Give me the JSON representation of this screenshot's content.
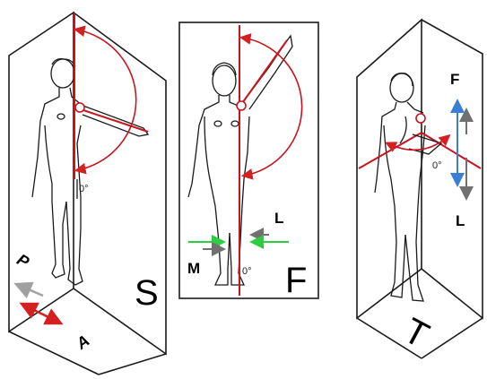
{
  "panels": [
    {
      "id": "sagittal",
      "plane_letter": "S",
      "angle_label": "0°",
      "axis_labels": {
        "posterior": "P",
        "anterior": "A"
      },
      "arrow_colors": {
        "axis": "#d42020",
        "reference": "#a0a0a0"
      }
    },
    {
      "id": "frontal",
      "plane_letter": "F",
      "angle_label": "0°",
      "axis_labels": {
        "lateral": "L",
        "medial": "M"
      },
      "arrow_colors": {
        "axis": "#2ecc40",
        "reference": "#808080"
      }
    },
    {
      "id": "transverse",
      "plane_letter": "T",
      "angle_label": "0°",
      "axis_labels": {
        "upper": "F",
        "lower": "L"
      },
      "arrow_colors": {
        "axis": "#3b7fd4",
        "reference": "#808080"
      }
    }
  ],
  "colors": {
    "line": "#1a1a1a",
    "plane_axis": "#c8141e",
    "background": "#ffffff"
  }
}
